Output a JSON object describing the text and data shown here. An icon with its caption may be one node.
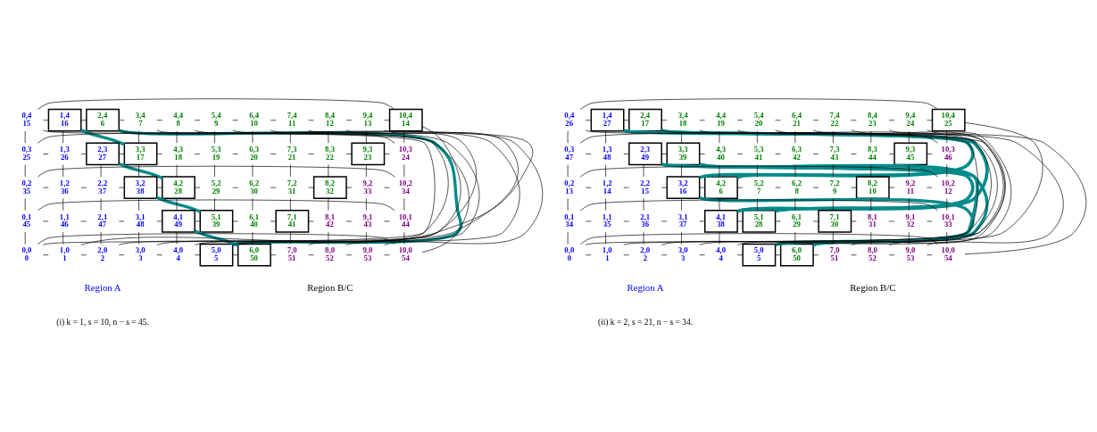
{
  "diagram": {
    "nodes": [
      {
        "text": [
          "0,4",
          "15"
        ]
      },
      {
        "text": [
          "1,4",
          "16"
        ]
      },
      {
        "text": [
          "2,4",
          "6"
        ]
      },
      {
        "text": [
          "3,4",
          "7"
        ]
      },
      {
        "text": [
          "4,4",
          "8"
        ]
      },
      {
        "text": [
          "5,4",
          "9"
        ]
      },
      {
        "text": [
          "6,4",
          "10"
        ]
      },
      {
        "text": [
          "7,4",
          "11"
        ]
      },
      {
        "text": [
          "8,4",
          "12"
        ]
      },
      {
        "text": [
          "9,4",
          "13"
        ]
      },
      {
        "text": [
          "10,4",
          "14"
        ]
      },
      {
        "text": [
          "0,3",
          "25"
        ]
      },
      {
        "text": [
          "1,3",
          "26"
        ]
      },
      {
        "text": [
          "2,3",
          "27"
        ]
      },
      {
        "text": [
          "3,3",
          "17"
        ]
      },
      {
        "text": [
          "4,3",
          "18"
        ]
      },
      {
        "text": [
          "5,3",
          "19"
        ]
      },
      {
        "text": [
          "6,3",
          "20"
        ]
      },
      {
        "text": [
          "7,3",
          "21"
        ]
      },
      {
        "text": [
          "8,3",
          "22"
        ]
      },
      {
        "text": [
          "9,3",
          "23"
        ]
      },
      {
        "text": [
          "10,3",
          "24"
        ]
      },
      {
        "text": [
          "0,2",
          "35"
        ]
      },
      {
        "text": [
          "1,2",
          "36"
        ]
      },
      {
        "text": [
          "2,2",
          "37"
        ]
      },
      {
        "text": [
          "3,2",
          "38"
        ]
      },
      {
        "text": [
          "4,2",
          "28"
        ]
      },
      {
        "text": [
          "5,2",
          "29"
        ]
      },
      {
        "text": [
          "6,2",
          "30"
        ]
      },
      {
        "text": [
          "7,2",
          "31"
        ]
      },
      {
        "text": [
          "8,2",
          "32"
        ]
      },
      {
        "text": [
          "9,2",
          "33"
        ]
      },
      {
        "text": [
          "10,2",
          "34"
        ]
      },
      {
        "text": [
          "0,1",
          "45"
        ]
      },
      {
        "text": [
          "1,1",
          "46"
        ]
      },
      {
        "text": [
          "2,1",
          "47"
        ]
      },
      {
        "text": [
          "3,1",
          "48"
        ]
      },
      {
        "text": [
          "4,1",
          "49"
        ]
      },
      {
        "text": [
          "5,1",
          "39"
        ]
      },
      {
        "text": [
          "6,1",
          "40"
        ]
      },
      {
        "text": [
          "7,1",
          "41"
        ]
      },
      {
        "text": [
          "8,1",
          "42"
        ]
      },
      {
        "text": [
          "9,1",
          "43"
        ]
      },
      {
        "text": [
          "10,1",
          "44"
        ]
      },
      {
        "text": [
          "0,0",
          "0"
        ]
      },
      {
        "text": [
          "1,0",
          "1"
        ]
      },
      {
        "text": [
          "2,0",
          "2"
        ]
      },
      {
        "text": [
          "3,0",
          "3"
        ]
      },
      {
        "text": [
          "4,0",
          "4"
        ]
      },
      {
        "text": [
          "5,0",
          "5"
        ]
      },
      {
        "text": [
          "6,0",
          "50"
        ]
      },
      {
        "text": [
          "7,0",
          "51"
        ]
      },
      {
        "text": [
          "8,0",
          "52"
        ]
      },
      {
        "text": [
          "9,0",
          "53"
        ]
      },
      {
        "text": [
          "10,0",
          "54"
        ]
      },
      {
        "text": [
          "0,4",
          "26"
        ]
      },
      {
        "text": [
          "1,4",
          "27"
        ]
      },
      {
        "text": [
          "2,4",
          "17"
        ]
      },
      {
        "text": [
          "3,4",
          "18"
        ]
      },
      {
        "text": [
          "4,4",
          "19"
        ]
      },
      {
        "text": [
          "5,4",
          "20"
        ]
      },
      {
        "text": [
          "6,4",
          "21"
        ]
      },
      {
        "text": [
          "7,4",
          "22"
        ]
      },
      {
        "text": [
          "8,4",
          "23"
        ]
      },
      {
        "text": [
          "9,4",
          "24"
        ]
      },
      {
        "text": [
          "10,4",
          "25"
        ]
      },
      {
        "text": [
          "0,3",
          "47"
        ]
      },
      {
        "text": [
          "1,3",
          "48"
        ]
      },
      {
        "text": [
          "2,3",
          "49"
        ]
      },
      {
        "text": [
          "3,3",
          "39"
        ]
      },
      {
        "text": [
          "4,3",
          "40"
        ]
      },
      {
        "text": [
          "5,3",
          "41"
        ]
      },
      {
        "text": [
          "6,3",
          "42"
        ]
      },
      {
        "text": [
          "7,3",
          "43"
        ]
      },
      {
        "text": [
          "8,3",
          "44"
        ]
      },
      {
        "text": [
          "9,3",
          "45"
        ]
      },
      {
        "text": [
          "10,3",
          "46"
        ]
      },
      {
        "text": [
          "0,2",
          "13"
        ]
      },
      {
        "text": [
          "1,2",
          "14"
        ]
      },
      {
        "text": [
          "2,2",
          "15"
        ]
      },
      {
        "text": [
          "3,2",
          "16"
        ]
      },
      {
        "text": [
          "4,2",
          "6"
        ]
      },
      {
        "text": [
          "5,2",
          "7"
        ]
      },
      {
        "text": [
          "6,2",
          "8"
        ]
      },
      {
        "text": [
          "7,2",
          "9"
        ]
      },
      {
        "text": [
          "8,2",
          "10"
        ]
      },
      {
        "text": [
          "9,2",
          "11"
        ]
      },
      {
        "text": [
          "10,2",
          "12"
        ]
      },
      {
        "text": [
          "0,1",
          "34"
        ]
      },
      {
        "text": [
          "1,1",
          "35"
        ]
      },
      {
        "text": [
          "2,1",
          "36"
        ]
      },
      {
        "text": [
          "3,1",
          "37"
        ]
      },
      {
        "text": [
          "4,1",
          "38"
        ]
      },
      {
        "text": [
          "5,1",
          "28"
        ]
      },
      {
        "text": [
          "6,1",
          "29"
        ]
      },
      {
        "text": [
          "7,1",
          "30"
        ]
      },
      {
        "text": [
          "8,1",
          "31"
        ]
      },
      {
        "text": [
          "9,1",
          "32"
        ]
      },
      {
        "text": [
          "10,1",
          "33"
        ]
      },
      {
        "text": [
          "0,0",
          "0"
        ]
      },
      {
        "text": [
          "1,0",
          "1"
        ]
      },
      {
        "text": [
          "2,0",
          "2"
        ]
      },
      {
        "text": [
          "3,0",
          "3"
        ]
      },
      {
        "text": [
          "4,0",
          "4"
        ]
      },
      {
        "text": [
          "5,0",
          "5"
        ]
      },
      {
        "text": [
          "6,0",
          "50"
        ]
      },
      {
        "text": [
          "7,0",
          "51"
        ]
      },
      {
        "text": [
          "8,0",
          "52"
        ]
      },
      {
        "text": [
          "9,0",
          "53"
        ]
      },
      {
        "text": [
          "10,0",
          "54"
        ]
      }
    ],
    "edges": [
      {
        "from": 0,
        "to": 1,
        "arrow": "none"
      },
      {
        "from": 1,
        "to": 2,
        "arrow": "none"
      },
      {
        "from": 2,
        "to": 3,
        "arrow": "none"
      },
      {
        "from": 3,
        "to": 4,
        "arrow": "none"
      },
      {
        "from": 4,
        "to": 5,
        "arrow": "none"
      },
      {
        "from": 5,
        "to": 6,
        "arrow": "none"
      },
      {
        "from": 6,
        "to": 7,
        "arrow": "none"
      },
      {
        "from": 7,
        "to": 8,
        "arrow": "none"
      },
      {
        "from": 8,
        "to": 9,
        "arrow": "none"
      },
      {
        "from": 9,
        "to": 10,
        "arrow": "none"
      },
      {
        "from": 11,
        "to": 12,
        "arrow": "none"
      },
      {
        "from": 12,
        "to": 13,
        "arrow": "none"
      },
      {
        "from": 13,
        "to": 14,
        "arrow": "none"
      },
      {
        "from": 14,
        "to": 15,
        "arrow": "none"
      },
      {
        "from": 15,
        "to": 16,
        "arrow": "none"
      },
      {
        "from": 16,
        "to": 17,
        "arrow": "none"
      },
      {
        "from": 17,
        "to": 18,
        "arrow": "none"
      },
      {
        "from": 18,
        "to": 19,
        "arrow": "none"
      },
      {
        "from": 19,
        "to": 20,
        "arrow": "none"
      },
      {
        "from": 20,
        "to": 21,
        "arrow": "none"
      },
      {
        "from": 22,
        "to": 23,
        "arrow": "none"
      },
      {
        "from": 23,
        "to": 24,
        "arrow": "none"
      },
      {
        "from": 24,
        "to": 25,
        "arrow": "none"
      },
      {
        "from": 25,
        "to": 26,
        "arrow": "none"
      },
      {
        "from": 26,
        "to": 27,
        "arrow": "none"
      },
      {
        "from": 27,
        "to": 28,
        "arrow": "none"
      },
      {
        "from": 28,
        "to": 29,
        "arrow": "none"
      },
      {
        "from": 29,
        "to": 30,
        "arrow": "none"
      },
      {
        "from": 30,
        "to": 31,
        "arrow": "none"
      },
      {
        "from": 31,
        "to": 32,
        "arrow": "none"
      },
      {
        "from": 33,
        "to": 34,
        "arrow": "none"
      },
      {
        "from": 34,
        "to": 35,
        "arrow": "none"
      },
      {
        "from": 35,
        "to": 36,
        "arrow": "none"
      },
      {
        "from": 36,
        "to": 37,
        "arrow": "none"
      },
      {
        "from": 37,
        "to": 38,
        "arrow": "none"
      },
      {
        "from": 38,
        "to": 39,
        "arrow": "none"
      },
      {
        "from": 39,
        "to": 40,
        "arrow": "none"
      },
      {
        "from": 40,
        "to": 41,
        "arrow": "none"
      },
      {
        "from": 41,
        "to": 42,
        "arrow": "none"
      },
      {
        "from": 42,
        "to": 43,
        "arrow": "none"
      },
      {
        "from": 44,
        "to": 45,
        "arrow": "none"
      },
      {
        "from": 45,
        "to": 46,
        "arrow": "none"
      },
      {
        "from": 46,
        "to": 47,
        "arrow": "none"
      },
      {
        "from": 47,
        "to": 48,
        "arrow": "none"
      },
      {
        "from": 48,
        "to": 49,
        "arrow": "none"
      },
      {
        "from": 49,
        "to": 50,
        "arrow": "none"
      },
      {
        "from": 50,
        "to": 51,
        "arrow": "none"
      },
      {
        "from": 51,
        "to": 52,
        "arrow": "none"
      },
      {
        "from": 52,
        "to": 53,
        "arrow": "none"
      },
      {
        "from": 53,
        "to": 54,
        "arrow": "none"
      },
      {
        "from": 0,
        "to": 11,
        "arrow": "none"
      },
      {
        "from": 1,
        "to": 12,
        "arrow": "none"
      },
      {
        "from": 3,
        "to": 14,
        "arrow": "none"
      },
      {
        "from": 4,
        "to": 15,
        "arrow": "none"
      },
      {
        "from": 5,
        "to": 16,
        "arrow": "none"
      },
      {
        "from": 6,
        "to": 17,
        "arrow": "none"
      },
      {
        "from": 7,
        "to": 18,
        "arrow": "none"
      },
      {
        "from": 8,
        "to": 19,
        "arrow": "none"
      },
      {
        "from": 9,
        "to": 20,
        "arrow": "none"
      },
      {
        "from": 10,
        "to": 21,
        "arrow": "none"
      },
      {
        "from": 11,
        "to": 22,
        "arrow": "none"
      },
      {
        "from": 12,
        "to": 23,
        "arrow": "none"
      },
      {
        "from": 13,
        "to": 24,
        "arrow": "none"
      },
      {
        "from": 14,
        "to": 25,
        "arrow": "none"
      },
      {
        "from": 15,
        "to": 26,
        "arrow": "none"
      },
      {
        "from": 16,
        "to": 27,
        "arrow": "none"
      },
      {
        "from": 17,
        "to": 28,
        "arrow": "none"
      },
      {
        "from": 18,
        "to": 29,
        "arrow": "none"
      },
      {
        "from": 19,
        "to": 30,
        "arrow": "none"
      },
      {
        "from": 20,
        "to": 31,
        "arrow": "none"
      },
      {
        "from": 21,
        "to": 32,
        "arrow": "none"
      },
      {
        "from": 22,
        "to": 33,
        "arrow": "none"
      },
      {
        "from": 23,
        "to": 34,
        "arrow": "none"
      },
      {
        "from": 24,
        "to": 35,
        "arrow": "none"
      },
      {
        "from": 25,
        "to": 36,
        "arrow": "none"
      },
      {
        "from": 26,
        "to": 37,
        "arrow": "none"
      },
      {
        "from": 27,
        "to": 38,
        "arrow": "none"
      },
      {
        "from": 28,
        "to": 39,
        "arrow": "none"
      },
      {
        "from": 29,
        "to": 40,
        "arrow": "none"
      },
      {
        "from": 30,
        "to": 41,
        "arrow": "none"
      },
      {
        "from": 31,
        "to": 42,
        "arrow": "none"
      },
      {
        "from": 32,
        "to": 43,
        "arrow": "none"
      },
      {
        "from": 33,
        "to": 44,
        "arrow": "none"
      },
      {
        "from": 34,
        "to": 45,
        "arrow": "none"
      },
      {
        "from": 35,
        "to": 46,
        "arrow": "none"
      },
      {
        "from": 36,
        "to": 47,
        "arrow": "none"
      },
      {
        "from": 37,
        "to": 48,
        "arrow": "none"
      },
      {
        "from": 39,
        "to": 50,
        "arrow": "none"
      },
      {
        "from": 40,
        "to": 51,
        "arrow": "none"
      },
      {
        "from": 41,
        "to": 52,
        "arrow": "none"
      },
      {
        "from": 42,
        "to": 53,
        "arrow": "none"
      },
      {
        "from": 43,
        "to": 54,
        "arrow": "none"
      },
      {
        "from": 0,
        "to": 10,
        "arrow": "none"
      },
      {
        "from": 11,
        "to": 21,
        "arrow": "none"
      },
      {
        "from": 22,
        "to": 32,
        "arrow": "none"
      },
      {
        "from": 33,
        "to": 43,
        "arrow": "none"
      },
      {
        "from": 44,
        "to": 54,
        "arrow": "none"
      },
      {
        "from": 44,
        "to": 6,
        "arrow": "none"
      },
      {
        "from": 45,
        "to": 7,
        "arrow": "none"
      },
      {
        "from": 46,
        "to": 8,
        "arrow": "none"
      },
      {
        "from": 47,
        "to": 9,
        "arrow": "none"
      },
      {
        "from": 48,
        "to": 10,
        "arrow": "none"
      },
      {
        "from": 54,
        "to": 5,
        "arrow": "none"
      },
      {
        "from": 53,
        "to": 4,
        "arrow": "none"
      },
      {
        "from": 52,
        "to": 3,
        "arrow": "none"
      },
      {
        "from": 51,
        "to": 2,
        "arrow": "none"
      },
      {
        "from": 49,
        "to": 0,
        "arrow": "none"
      },
      {
        "from": 1,
        "to": 14,
        "arrow": "none",
        "style": "thick",
        "color": "#008b8b"
      },
      {
        "from": 13,
        "to": 26,
        "arrow": "none",
        "style": "thick",
        "color": "#008b8b"
      },
      {
        "from": 25,
        "to": 38,
        "arrow": "none",
        "style": "thick",
        "color": "#008b8b"
      },
      {
        "from": 37,
        "to": 50,
        "arrow": "none",
        "style": "thick",
        "color": "#008b8b"
      },
      {
        "from": 2,
        "to": 49,
        "arrow": "none",
        "style": "thick",
        "color": "#008b8b"
      },
      {
        "from": 55,
        "to": 56,
        "arrow": "none"
      },
      {
        "from": 56,
        "to": 57,
        "arrow": "none"
      },
      {
        "from": 57,
        "to": 58,
        "arrow": "none"
      },
      {
        "from": 58,
        "to": 59,
        "arrow": "none"
      },
      {
        "from": 59,
        "to": 60,
        "arrow": "none"
      },
      {
        "from": 60,
        "to": 61,
        "arrow": "none"
      },
      {
        "from": 61,
        "to": 62,
        "arrow": "none"
      },
      {
        "from": 62,
        "to": 63,
        "arrow": "none"
      },
      {
        "from": 63,
        "to": 64,
        "arrow": "none"
      },
      {
        "from": 64,
        "to": 65,
        "arrow": "none"
      },
      {
        "from": 66,
        "to": 67,
        "arrow": "none"
      },
      {
        "from": 67,
        "to": 68,
        "arrow": "none"
      },
      {
        "from": 68,
        "to": 69,
        "arrow": "none"
      },
      {
        "from": 69,
        "to": 70,
        "arrow": "none"
      },
      {
        "from": 70,
        "to": 71,
        "arrow": "none"
      },
      {
        "from": 71,
        "to": 72,
        "arrow": "none"
      },
      {
        "from": 72,
        "to": 73,
        "arrow": "none"
      },
      {
        "from": 73,
        "to": 74,
        "arrow": "none"
      },
      {
        "from": 74,
        "to": 75,
        "arrow": "none"
      },
      {
        "from": 75,
        "to": 76,
        "arrow": "none"
      },
      {
        "from": 77,
        "to": 78,
        "arrow": "none"
      },
      {
        "from": 78,
        "to": 79,
        "arrow": "none"
      },
      {
        "from": 79,
        "to": 80,
        "arrow": "none"
      },
      {
        "from": 80,
        "to": 81,
        "arrow": "none"
      },
      {
        "from": 81,
        "to": 82,
        "arrow": "none"
      },
      {
        "from": 82,
        "to": 83,
        "arrow": "none"
      },
      {
        "from": 83,
        "to": 84,
        "arrow": "none"
      },
      {
        "from": 84,
        "to": 85,
        "arrow": "none"
      },
      {
        "from": 85,
        "to": 86,
        "arrow": "none"
      },
      {
        "from": 86,
        "to": 87,
        "arrow": "none"
      },
      {
        "from": 88,
        "to": 89,
        "arrow": "none"
      },
      {
        "from": 89,
        "to": 90,
        "arrow": "none"
      },
      {
        "from": 90,
        "to": 91,
        "arrow": "none"
      },
      {
        "from": 91,
        "to": 92,
        "arrow": "none"
      },
      {
        "from": 92,
        "to": 93,
        "arrow": "none"
      },
      {
        "from": 93,
        "to": 94,
        "arrow": "none"
      },
      {
        "from": 94,
        "to": 95,
        "arrow": "none"
      },
      {
        "from": 95,
        "to": 96,
        "arrow": "none"
      },
      {
        "from": 96,
        "to": 97,
        "arrow": "none"
      },
      {
        "from": 97,
        "to": 98,
        "arrow": "none"
      },
      {
        "from": 99,
        "to": 100,
        "arrow": "none"
      },
      {
        "from": 100,
        "to": 101,
        "arrow": "none"
      },
      {
        "from": 101,
        "to": 102,
        "arrow": "none"
      },
      {
        "from": 102,
        "to": 103,
        "arrow": "none"
      },
      {
        "from": 103,
        "to": 104,
        "arrow": "none"
      },
      {
        "from": 104,
        "to": 105,
        "arrow": "none"
      },
      {
        "from": 105,
        "to": 106,
        "arrow": "none"
      },
      {
        "from": 106,
        "to": 107,
        "arrow": "none"
      },
      {
        "from": 107,
        "to": 108,
        "arrow": "none"
      },
      {
        "from": 108,
        "to": 109,
        "arrow": "none"
      },
      {
        "from": 55,
        "to": 66,
        "arrow": "none"
      },
      {
        "from": 56,
        "to": 67,
        "arrow": "none"
      },
      {
        "from": 58,
        "to": 69,
        "arrow": "none"
      },
      {
        "from": 59,
        "to": 70,
        "arrow": "none"
      },
      {
        "from": 60,
        "to": 71,
        "arrow": "none"
      },
      {
        "from": 61,
        "to": 72,
        "arrow": "none"
      },
      {
        "from": 62,
        "to": 73,
        "arrow": "none"
      },
      {
        "from": 63,
        "to": 74,
        "arrow": "none"
      },
      {
        "from": 64,
        "to": 75,
        "arrow": "none"
      },
      {
        "from": 65,
        "to": 76,
        "arrow": "none"
      },
      {
        "from": 66,
        "to": 77,
        "arrow": "none"
      },
      {
        "from": 67,
        "to": 78,
        "arrow": "none"
      },
      {
        "from": 68,
        "to": 79,
        "arrow": "none"
      },
      {
        "from": 69,
        "to": 80,
        "arrow": "none"
      },
      {
        "from": 70,
        "to": 81,
        "arrow": "none"
      },
      {
        "from": 71,
        "to": 82,
        "arrow": "none"
      },
      {
        "from": 72,
        "to": 83,
        "arrow": "none"
      },
      {
        "from": 73,
        "to": 84,
        "arrow": "none"
      },
      {
        "from": 74,
        "to": 85,
        "arrow": "none"
      },
      {
        "from": 75,
        "to": 86,
        "arrow": "none"
      },
      {
        "from": 76,
        "to": 87,
        "arrow": "none"
      },
      {
        "from": 77,
        "to": 88,
        "arrow": "none"
      },
      {
        "from": 78,
        "to": 89,
        "arrow": "none"
      },
      {
        "from": 79,
        "to": 90,
        "arrow": "none"
      },
      {
        "from": 80,
        "to": 91,
        "arrow": "none"
      },
      {
        "from": 81,
        "to": 92,
        "arrow": "none"
      },
      {
        "from": 82,
        "to": 93,
        "arrow": "none"
      },
      {
        "from": 83,
        "to": 94,
        "arrow": "none"
      },
      {
        "from": 84,
        "to": 95,
        "arrow": "none"
      },
      {
        "from": 85,
        "to": 96,
        "arrow": "none"
      },
      {
        "from": 86,
        "to": 97,
        "arrow": "none"
      },
      {
        "from": 87,
        "to": 98,
        "arrow": "none"
      },
      {
        "from": 88,
        "to": 99,
        "arrow": "none"
      },
      {
        "from": 89,
        "to": 100,
        "arrow": "none"
      },
      {
        "from": 90,
        "to": 101,
        "arrow": "none"
      },
      {
        "from": 91,
        "to": 102,
        "arrow": "none"
      },
      {
        "from": 92,
        "to": 103,
        "arrow": "none"
      },
      {
        "from": 94,
        "to": 105,
        "arrow": "none"
      },
      {
        "from": 95,
        "to": 106,
        "arrow": "none"
      },
      {
        "from": 96,
        "to": 107,
        "arrow": "none"
      },
      {
        "from": 97,
        "to": 108,
        "arrow": "none"
      },
      {
        "from": 98,
        "to": 109,
        "arrow": "none"
      },
      {
        "from": 55,
        "to": 65,
        "arrow": "none"
      },
      {
        "from": 66,
        "to": 76,
        "arrow": "none"
      },
      {
        "from": 77,
        "to": 87,
        "arrow": "none"
      },
      {
        "from": 88,
        "to": 98,
        "arrow": "none"
      },
      {
        "from": 99,
        "to": 109,
        "arrow": "none"
      },
      {
        "from": 99,
        "to": 61,
        "arrow": "none"
      },
      {
        "from": 100,
        "to": 62,
        "arrow": "none"
      },
      {
        "from": 101,
        "to": 63,
        "arrow": "none"
      },
      {
        "from": 102,
        "to": 64,
        "arrow": "none"
      },
      {
        "from": 103,
        "to": 65,
        "arrow": "none"
      },
      {
        "from": 109,
        "to": 60,
        "arrow": "none"
      },
      {
        "from": 108,
        "to": 59,
        "arrow": "none"
      },
      {
        "from": 107,
        "to": 58,
        "arrow": "none"
      },
      {
        "from": 106,
        "to": 57,
        "arrow": "none"
      },
      {
        "from": 104,
        "to": 55,
        "arrow": "none"
      },
      {
        "from": 56,
        "to": 81,
        "arrow": "none",
        "style": "thick",
        "color": "#008b8b"
      },
      {
        "from": 56,
        "to": 93,
        "arrow": "none",
        "style": "thick",
        "color": "#008b8b"
      },
      {
        "from": 68,
        "to": 93,
        "arrow": "none",
        "style": "thick",
        "color": "#008b8b"
      },
      {
        "from": 68,
        "to": 105,
        "arrow": "none",
        "style": "thick",
        "color": "#008b8b"
      },
      {
        "from": 80,
        "to": 105,
        "arrow": "none",
        "style": "thick",
        "color": "#008b8b"
      },
      {
        "from": 57,
        "to": 80,
        "arrow": "none",
        "style": "thick",
        "color": "#008b8b"
      },
      {
        "from": 57,
        "to": 92,
        "arrow": "none",
        "style": "thick",
        "color": "#008b8b"
      },
      {
        "from": 69,
        "to": 92,
        "arrow": "none",
        "style": "thick",
        "color": "#008b8b"
      },
      {
        "from": 69,
        "to": 104,
        "arrow": "none",
        "style": "thick",
        "color": "#008b8b"
      }
    ],
    "labels": [
      "Region A",
      "Region B/C",
      "(i) k = 1, s = 10, n − s = 45.",
      "Region A",
      "Region B/C",
      "(ii) k = 2, s = 21, n − s = 34."
    ]
  }
}
